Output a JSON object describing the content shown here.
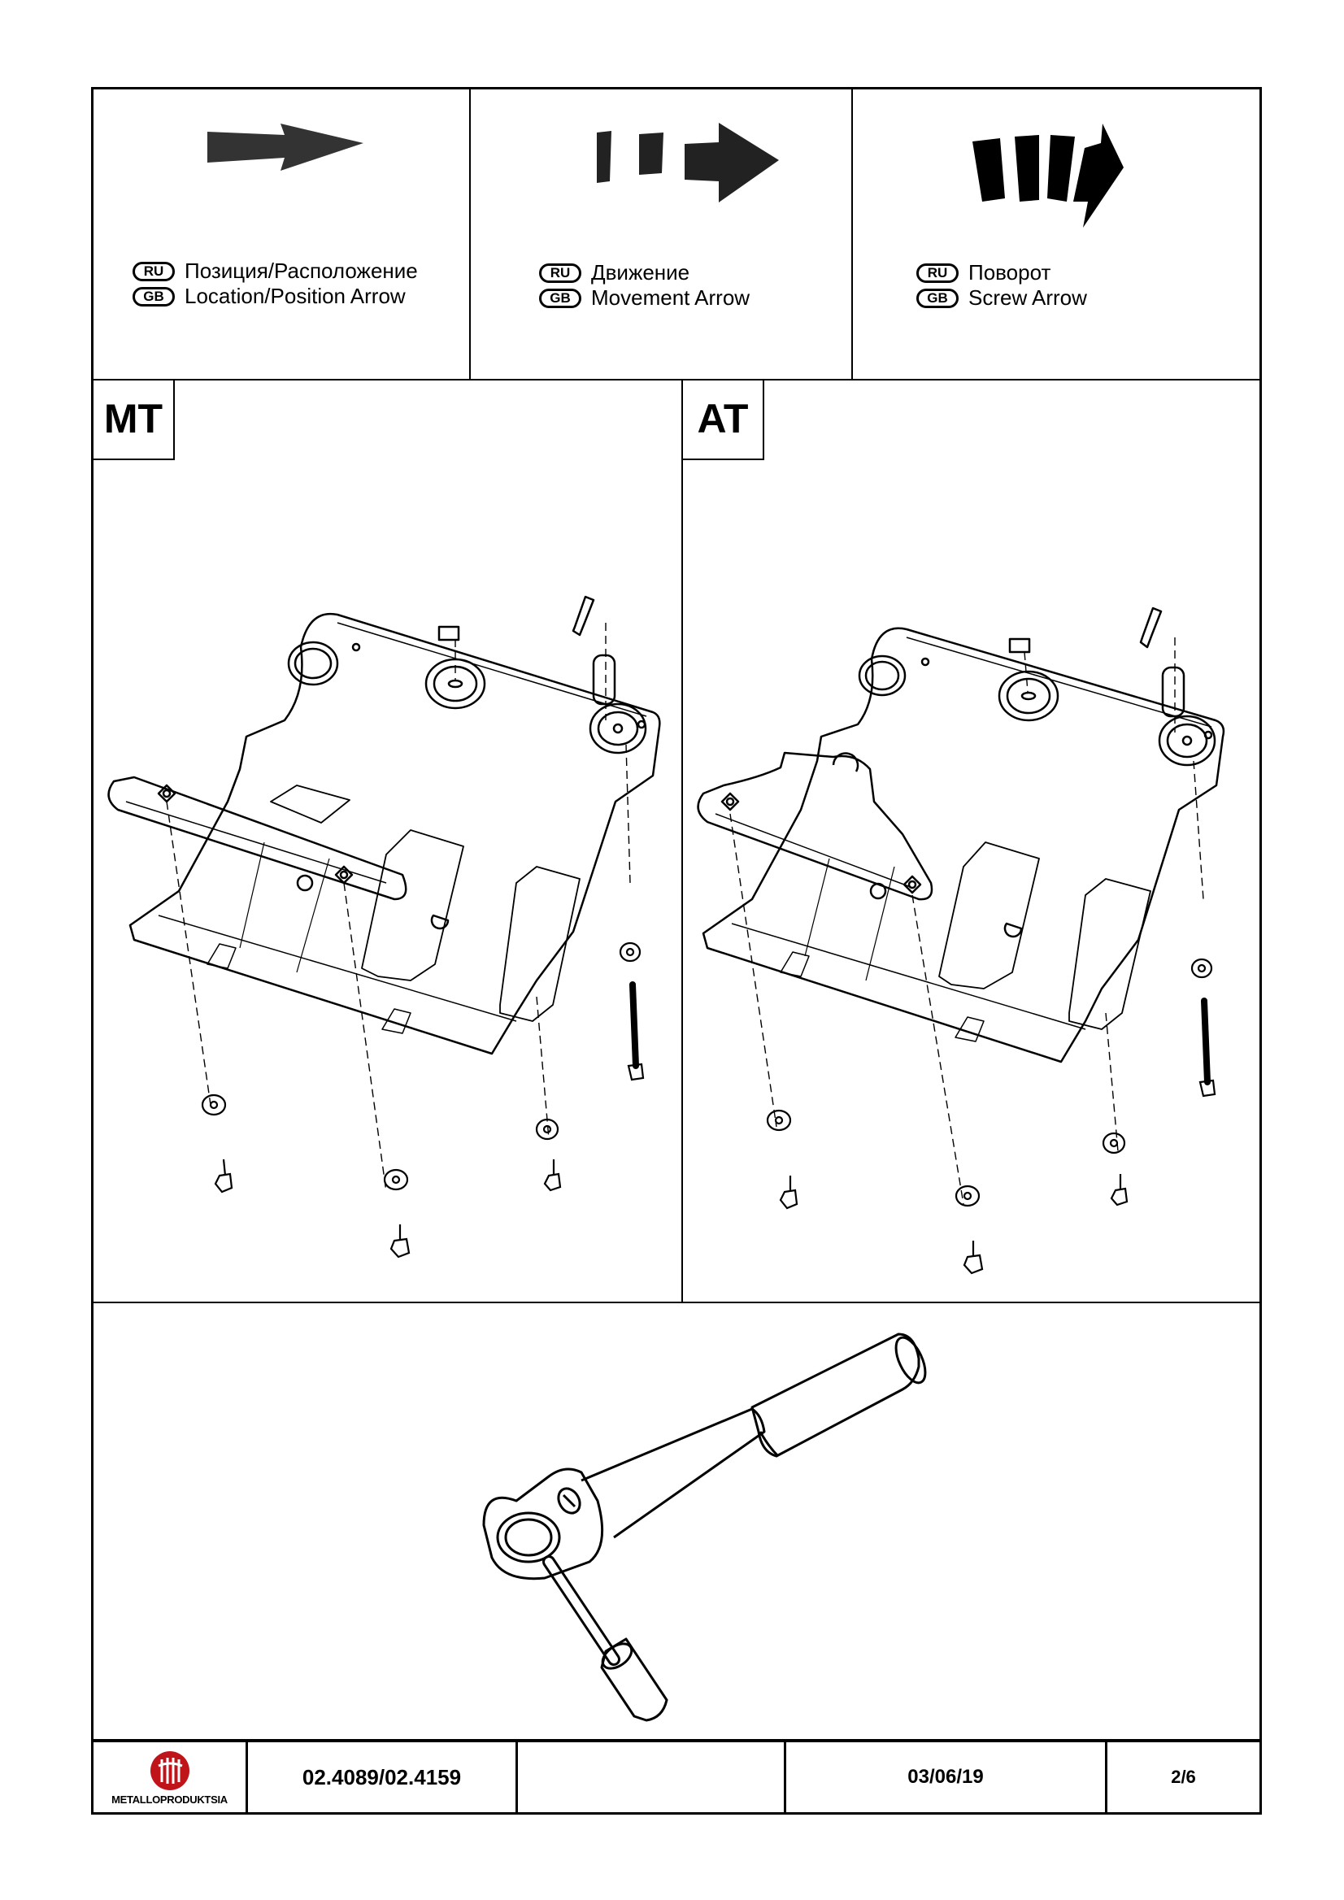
{
  "legend": [
    {
      "icon": "location-arrow-icon",
      "ru_badge": "RU",
      "gb_badge": "GB",
      "ru": "Позиция/Расположение",
      "gb": "Location/Position Arrow"
    },
    {
      "icon": "movement-arrow-icon",
      "ru_badge": "RU",
      "gb_badge": "GB",
      "ru": "Движение",
      "gb": "Movement Arrow"
    },
    {
      "icon": "screw-arrow-icon",
      "ru_badge": "RU",
      "gb_badge": "GB",
      "ru": "Поворот",
      "gb": "Screw Arrow"
    }
  ],
  "diagrams": {
    "left_label": "MT",
    "right_label": "AT"
  },
  "footer": {
    "logo_text": "METALLOPRODUKTSIA",
    "part_number": "02.4089/02.4159",
    "blank": "",
    "date": "03/06/19",
    "page": "2/6"
  },
  "colors": {
    "line": "#000000",
    "logo_red": "#c0141b",
    "background": "#ffffff"
  }
}
